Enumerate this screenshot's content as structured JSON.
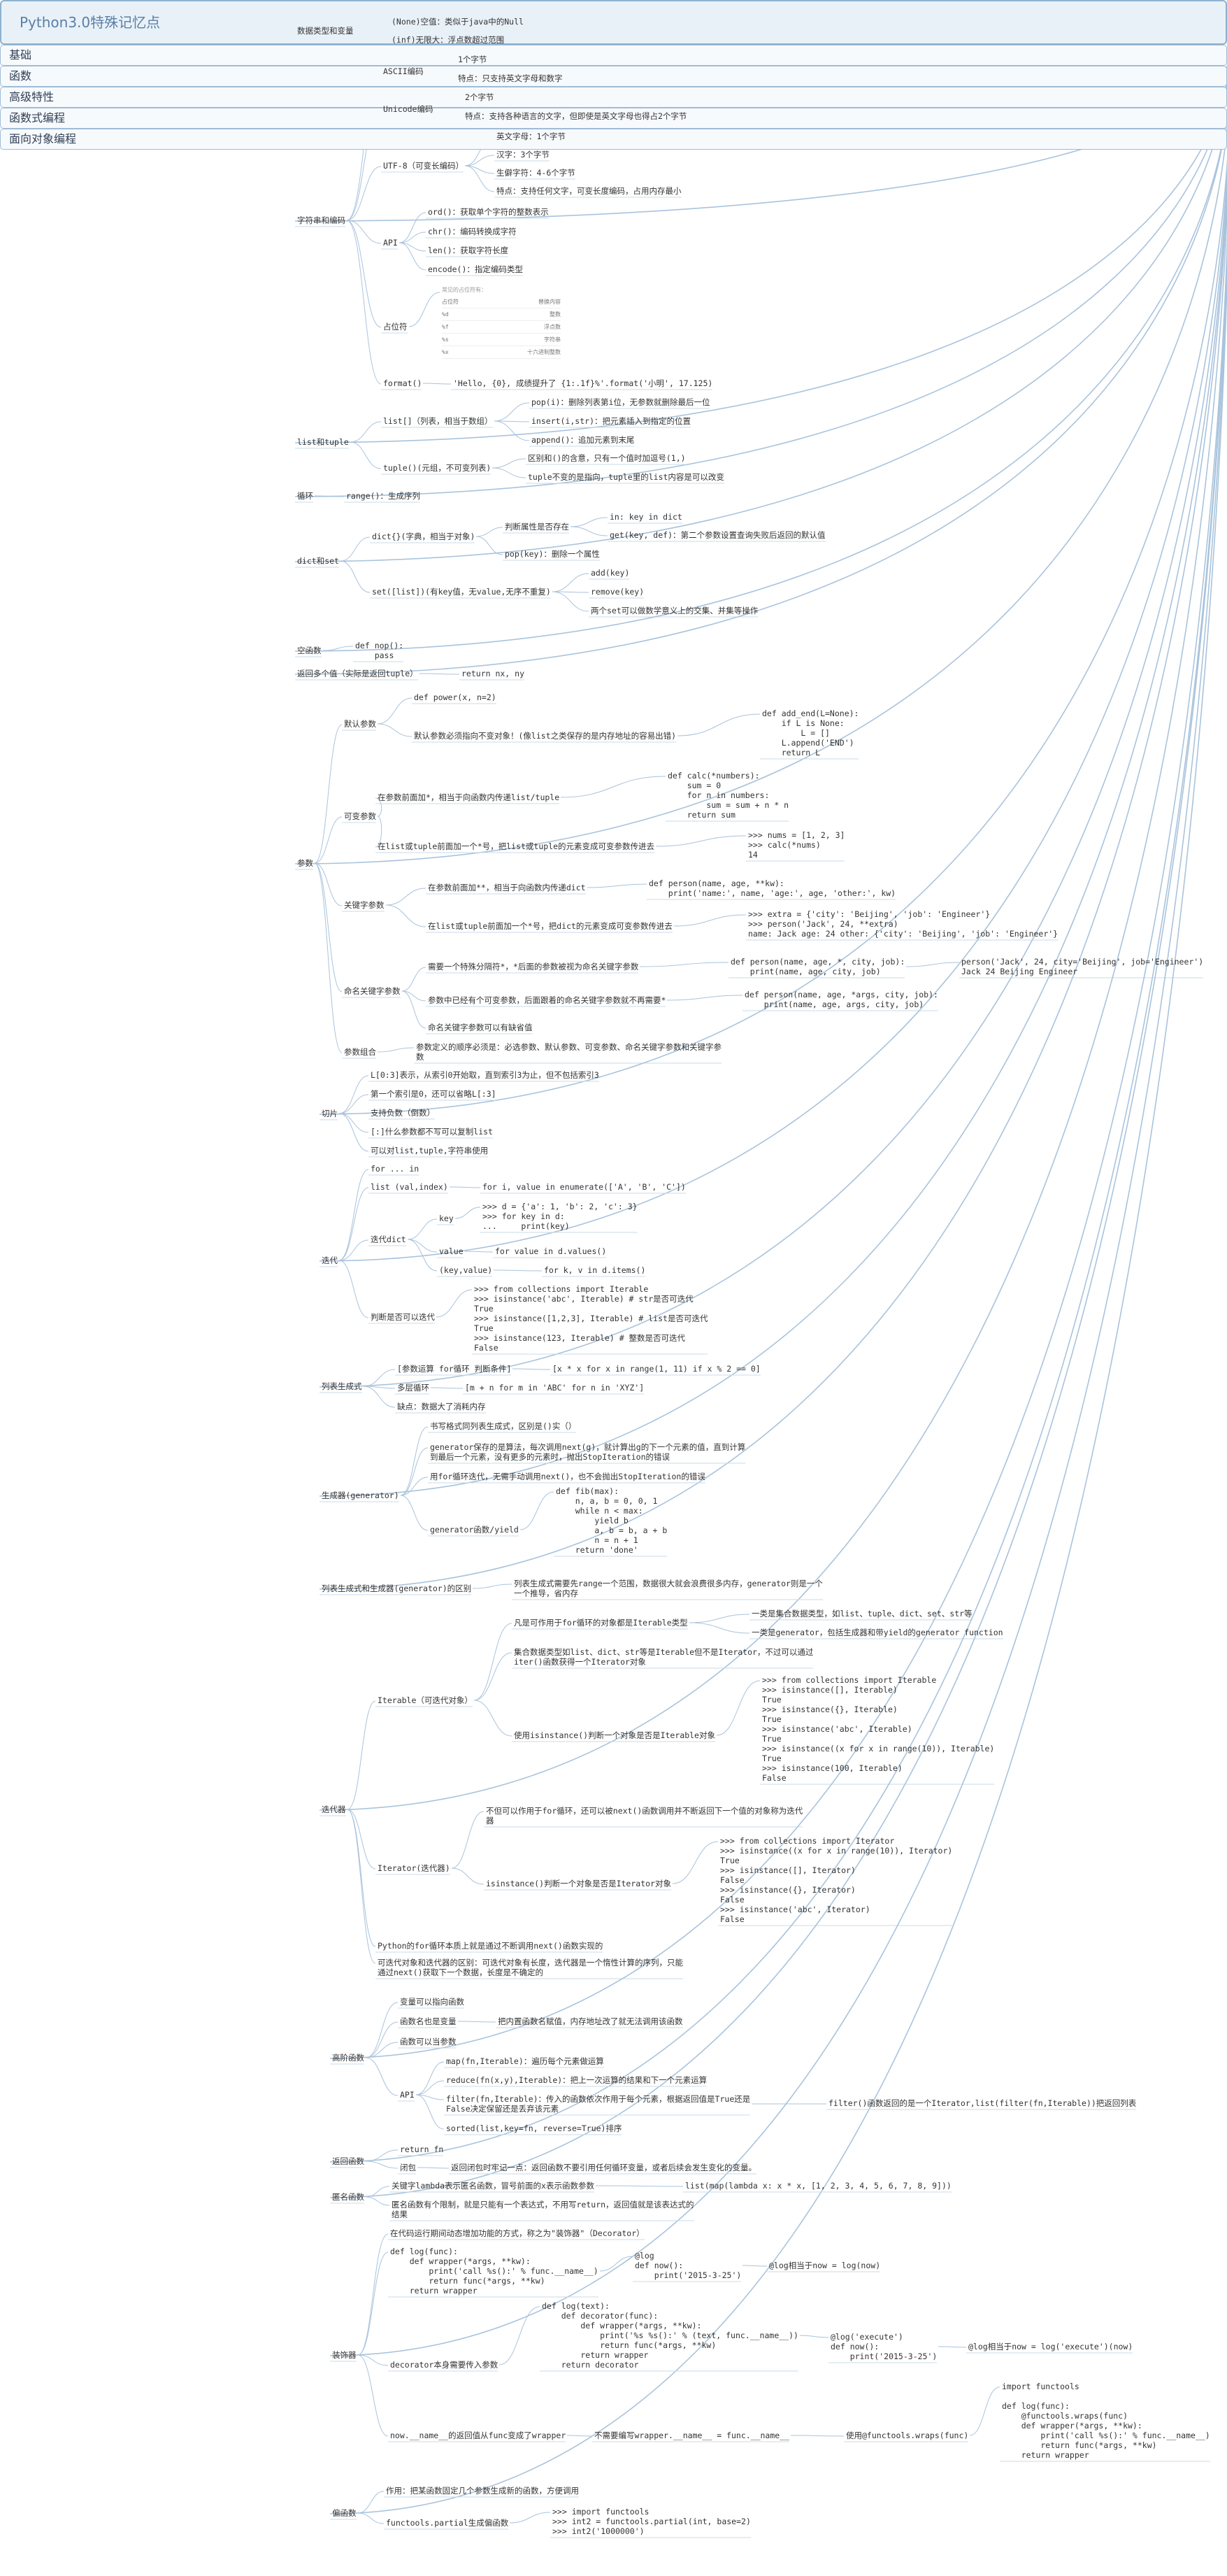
{
  "root": "Python3.0特殊记忆点",
  "sections": {
    "basics": "基础",
    "functions": "函数",
    "advanced": "高级特性",
    "functional": "函数式编程",
    "oop": "面向对象编程"
  },
  "basics": {
    "datatypes": "数据类型和变量",
    "none": "(None)空值：类似于java中的Null",
    "inf": "(inf)无限大：浮点数超过范围",
    "strings": "字符串和编码",
    "ascii": "ASCII编码",
    "ascii_1": "1个字节",
    "ascii_2": "特点：只支持英文字母和数字",
    "unicode": "Unicode编码",
    "unicode_1": "2个字节",
    "unicode_2": "特点：支持各种语言的文字，但即使是英文字母也得占2个字节",
    "utf8": "UTF-8（可变长编码）",
    "utf8_1": "英文字母：1个字节",
    "utf8_2": "汉字：3个字节",
    "utf8_3": "生僻字符：4-6个字节",
    "utf8_4": "特点：支持任何文字，可变长度编码，占用内存最小",
    "api": "API",
    "api_1": "ord()：获取单个字符的整数表示",
    "api_2": "chr()：编码转换成字符",
    "api_3": "len()：获取字符长度",
    "api_4": "encode()：指定编码类型",
    "placeholder": "占位符",
    "ph_caption": "常见的占位符有：",
    "ph_head": [
      "占位符",
      "替换内容"
    ],
    "ph_rows": [
      [
        "%d",
        "整数"
      ],
      [
        "%f",
        "浮点数"
      ],
      [
        "%s",
        "字符串"
      ],
      [
        "%x",
        "十六进制整数"
      ]
    ],
    "format": "format()",
    "format_example": "'Hello, {0}, 成绩提升了 {1:.1f}%'.format('小明', 17.125)",
    "listtuple": "list和tuple",
    "list": "list[]（列表，相当于数组）",
    "list_1": "pop(i)：删除列表第i位，无参数就删除最后一位",
    "list_2": "insert(i,str)：把元素插入到指定的位置",
    "list_3": "append()：追加元素到末尾",
    "tuple": "tuple()(元组，不可变列表)",
    "tuple_1": "区别和()的含意，只有一个值时加逗号(1,)",
    "tuple_2": "tuple不变的是指向，tuple里的list内容是可以改变",
    "loop": "循环",
    "loop_1": "range()：生成序列",
    "dictset": "dict和set",
    "dict": "dict{}(字典，相当于对象)",
    "dict_key": "判断属性是否存在",
    "dict_key_1": "in: key in dict",
    "dict_key_2": "get(key, def)：第二个参数设置查询失败后返回的默认值",
    "dict_pop": "pop(key)：删除一个属性",
    "set": "set([list])(有key值，无value,无序不重复)",
    "set_1": "add(key)",
    "set_2": "remove(key)",
    "set_3": "两个set可以做数学意义上的交集、并集等操作"
  },
  "functions": {
    "empty": "空函数",
    "empty_code": "def nop():\n    pass",
    "multi": "返回多个值（实际是返回tuple）",
    "multi_code": "return nx, ny",
    "params": "参数",
    "default": "默认参数",
    "default_1": "def power(x, n=2)",
    "default_2": "默认参数必须指向不变对象！(像list之类保存的是内存地址的容易出错)",
    "default_code": "def add_end(L=None):\n    if L is None:\n        L = []\n    L.append('END')\n    return L",
    "var": "可变参数",
    "var_1": "在参数前面加*，相当于向函数内传递list/tuple",
    "var_code1": "def calc(*numbers):\n    sum = 0\n    for n in numbers:\n        sum = sum + n * n\n    return sum",
    "var_2": "在list或tuple前面加一个*号，把list或tuple的元素变成可变参数传进去",
    "var_code2": ">>> nums = [1, 2, 3]\n>>> calc(*nums)\n14",
    "kw": "关键字参数",
    "kw_1": "在参数前面加**，相当于向函数内传递dict",
    "kw_code1": "def person(name, age, **kw):\n    print('name:', name, 'age:', age, 'other:', kw)",
    "kw_2": "在list或tuple前面加一个*号，把dict的元素变成可变参数传进去",
    "kw_code2": ">>> extra = {'city': 'Beijing', 'job': 'Engineer'}\n>>> person('Jack', 24, **extra)\nname: Jack age: 24 other: {'city': 'Beijing', 'job': 'Engineer'}",
    "named": "命名关键字参数",
    "named_1": "需要一个特殊分隔符*，*后面的参数被视为命名关键字参数",
    "named_code1": "def person(name, age, *, city, job):\n    print(name, age, city, job)",
    "named_code1b": "person('Jack', 24, city='Beijing', job='Engineer')\nJack 24 Beijing Engineer",
    "named_2": "参数中已经有个可变参数，后面跟着的命名关键字参数就不再需要*",
    "named_code2": "def person(name, age, *args, city, job):\n    print(name, age, args, city, job)",
    "named_3": "命名关键字参数可以有缺省值",
    "combo": "参数组合",
    "combo_1": "参数定义的顺序必须是：必选参数、默认参数、可变参数、命名关键字参数和关键字参\n数"
  },
  "advanced": {
    "slice": "切片",
    "slice_1": "L[0:3]表示，从索引0开始取，直到索引3为止，但不包括索引3",
    "slice_2": "第一个索引是0，还可以省略L[:3]",
    "slice_3": "支持负数（倒数）",
    "slice_4": "[:]什么参数都不写可以复制list",
    "slice_5": "可以对list,tuple,字符串使用",
    "iter": "迭代",
    "iter_1": "for ... in",
    "iter_2": "list (val,index)",
    "iter_2b": "for i, value in enumerate(['A', 'B', 'C'])",
    "iter_dict": "迭代dict",
    "iter_key": "key",
    "iter_key_code": ">>> d = {'a': 1, 'b': 2, 'c': 3}\n>>> for key in d:\n...     print(key)",
    "iter_val": "value",
    "iter_val_code": "for value in d.values()",
    "iter_kv": "(key,value)",
    "iter_kv_code": "for k, v in d.items()",
    "iter_check": "判断是否可以迭代",
    "iter_check_code": ">>> from collections import Iterable\n>>> isinstance('abc', Iterable) # str是否可迭代\nTrue\n>>> isinstance([1,2,3], Iterable) # list是否可迭代\nTrue\n>>> isinstance(123, Iterable) # 整数是否可迭代\nFalse",
    "lc": "列表生成式",
    "lc_1": "[参数运算 for循环 判断条件]",
    "lc_1b": "[x * x for x in range(1, 11) if x % 2 == 0]",
    "lc_2": "多层循环",
    "lc_2b": "[m + n for m in 'ABC' for n in 'XYZ']",
    "lc_3": "缺点：数据大了消耗内存",
    "gen": "生成器(generator)",
    "gen_1": "书写格式同列表生成式，区别是()实（）",
    "gen_2": "generator保存的是算法，每次调用next(g)，就计算出g的下一个元素的值，直到计算\n到最后一个元素，没有更多的元素时，抛出StopIteration的错误",
    "gen_3": "用for循环迭代，无需手动调用next()，也不会抛出StopIteration的错误",
    "gen_4": "generator函数/yield",
    "gen_code": "def fib(max):\n    n, a, b = 0, 0, 1\n    while n < max:\n        yield b\n        a, b = b, a + b\n        n = n + 1\n    return 'done'",
    "diff": "列表生成式和生成器(generator)的区别",
    "diff_1": "列表生成式需要先range一个范围，数据很大就会浪费很多内存，generator则是一个\n一个推导，省内存",
    "iterator": "迭代器",
    "iterable": "Iterable（可迭代对象）",
    "iterable_1": "凡是可作用于for循环的对象都是Iterable类型",
    "iterable_1a": "一类是集合数据类型，如list、tuple、dict、set、str等",
    "iterable_1b": "一类是generator，包括生成器和带yield的generator function",
    "iterable_2": "集合数据类型如list、dict、str等是Iterable但不是Iterator，不过可以通过\niter()函数获得一个Iterator对象",
    "iterable_3": "使用isinstance()判断一个对象是否是Iterable对象",
    "iterable_code": ">>> from collections import Iterable\n>>> isinstance([], Iterable)\nTrue\n>>> isinstance({}, Iterable)\nTrue\n>>> isinstance('abc', Iterable)\nTrue\n>>> isinstance((x for x in range(10)), Iterable)\nTrue\n>>> isinstance(100, Iterable)\nFalse",
    "iteratorn": "Iterator(迭代器)",
    "iterator_1": "不但可以作用于for循环，还可以被next()函数调用并不断返回下一个值的对象称为迭代\n器",
    "iterator_2": "isinstance()判断一个对象是否是Iterator对象",
    "iterator_code": ">>> from collections import Iterator\n>>> isinstance((x for x in range(10)), Iterator)\nTrue\n>>> isinstance([], Iterator)\nFalse\n>>> isinstance({}, Iterator)\nFalse\n>>> isinstance('abc', Iterator)\nFalse",
    "iter_note1": "Python的for循环本质上就是通过不断调用next()函数实现的",
    "iter_note2": "可迭代对象和迭代器的区别：可迭代对象有长度，迭代器是一个惰性计算的序列，只能\n通过next()获取下一个数据，长度是不确定的"
  },
  "functional": {
    "hof": "高阶函数",
    "hof_1": "变量可以指向函数",
    "hof_2": "函数名也是变量",
    "hof_2b": "把内置函数名赋值，内存地址改了就无法调用该函数",
    "hof_3": "函数可以当参数",
    "hof_api": "API",
    "hof_api_1": "map(fn,Iterable)：遍历每个元素做运算",
    "hof_api_2": "reduce(fn(x,y),Iterable)：把上一次运算的结果和下一个元素运算",
    "hof_api_3": "filter(fn,Iterable)：传入的函数依次作用于每个元素，根据返回值是True还是\nFalse决定保留还是丢弃该元素",
    "hof_api_3b": "filter()函数返回的是一个Iterator,list(filter(fn,Iterable))把返回列表",
    "hof_api_4": "sorted(list,key=fn, reverse=True)排序",
    "ret": "返回函数",
    "ret_1": "return fn",
    "ret_2": "闭包",
    "ret_2b": "返回闭包时牢记一点：返回函数不要引用任何循环变量，或者后续会发生变化的变量。",
    "anon": "匿名函数",
    "anon_1": "关键字lambda表示匿名函数，冒号前面的x表示函数参数",
    "anon_1b": "list(map(lambda x: x * x, [1, 2, 3, 4, 5, 6, 7, 8, 9]))",
    "anon_2": "匿名函数有个限制，就是只能有一个表达式，不用写return，返回值就是该表达式的\n结果",
    "deco": "装饰器",
    "deco_1": "在代码运行期间动态增加功能的方式，称之为\"装饰器\"（Decorator）",
    "deco_code1": "def log(func):\n    def wrapper(*args, **kw):\n        print('call %s():' % func.__name__)\n        return func(*args, **kw)\n    return wrapper",
    "deco_code1b": "@log\ndef now():\n    print('2015-3-25')",
    "deco_code1c": "@log相当于now = log(now)",
    "deco_2": "decorator本身需要传入参数",
    "deco_code2": "def log(text):\n    def decorator(func):\n        def wrapper(*args, **kw):\n            print('%s %s():' % (text, func.__name__))\n            return func(*args, **kw)\n        return wrapper\n    return decorator",
    "deco_code2b": "@log('execute')\ndef now():\n    print('2015-3-25')",
    "deco_code2c": "@log相当于now = log('execute')(now)",
    "deco_3": "now.__name__的返回值从func变成了wrapper",
    "deco_3b": "不需要编写wrapper.__name__ = func.__name__",
    "deco_3c": "使用@functools.wraps(func)",
    "deco_code3": "import functools\n\ndef log(func):\n    @functools.wraps(func)\n    def wrapper(*args, **kw):\n        print('call %s():' % func.__name__)\n        return func(*args, **kw)\n    return wrapper",
    "partial": "偏函数",
    "partial_1": "作用：把某函数固定几个参数生成新的函数，方便调用",
    "partial_2": "functools.partial生成偏函数",
    "partial_code": ">>> import functools\n>>> int2 = functools.partial(int, base=2)\n>>> int2('1000000')"
  }
}
